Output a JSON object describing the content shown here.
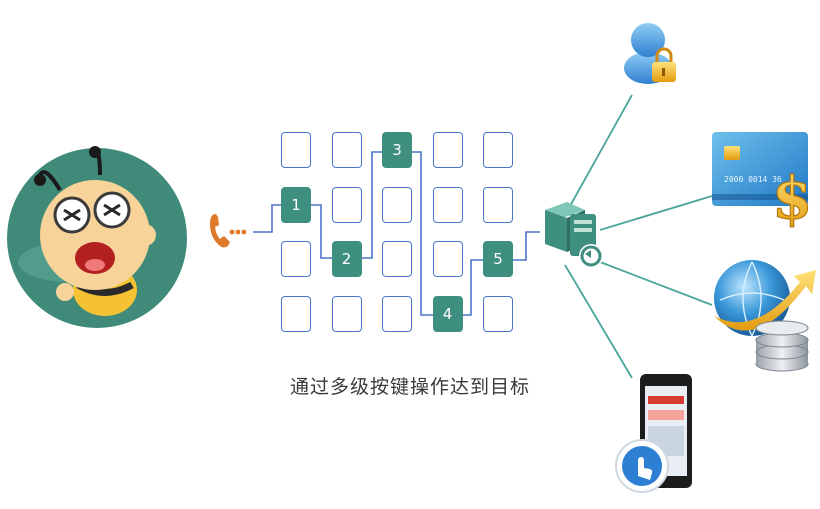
{
  "caption": "通过多级按键操作达到目标",
  "grid": {
    "rows": 4,
    "cols": 5,
    "steps": [
      {
        "label": "1",
        "row": 1,
        "col": 0
      },
      {
        "label": "2",
        "row": 2,
        "col": 1
      },
      {
        "label": "3",
        "row": 0,
        "col": 2
      },
      {
        "label": "4",
        "row": 3,
        "col": 3
      },
      {
        "label": "5",
        "row": 2,
        "col": 4
      }
    ]
  },
  "icons": {
    "caller": "frustrated-bee-avatar-icon",
    "phone": "phone-handset-icon",
    "server": "computer-server-icon",
    "targets": [
      "user-lock-icon",
      "credit-card-dollar-icon",
      "globe-coins-icon",
      "smartphone-touch-icon"
    ]
  },
  "card_number": "2000 0014 36",
  "colors": {
    "teal": "#3f8f80",
    "cell_border": "#4a75c8",
    "path_line": "#4a75c8",
    "connector": "#4aa59a",
    "phone_orange": "#e0782a",
    "avatar_bg": "#3f8a78"
  }
}
